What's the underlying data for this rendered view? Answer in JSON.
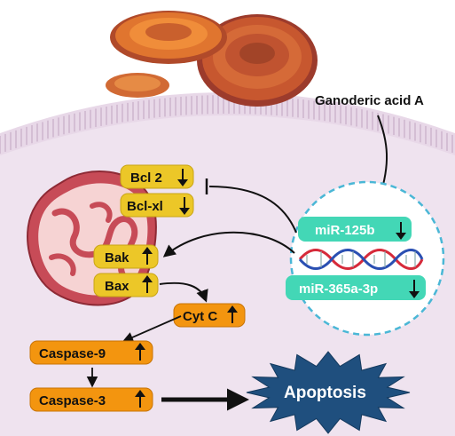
{
  "trigger": {
    "label": "Ganoderic acid A"
  },
  "mirnas": [
    {
      "label": "miR-125b",
      "arrow": "down"
    },
    {
      "label": "miR-365a-3p",
      "arrow": "down"
    }
  ],
  "mitochondria_proteins": {
    "inhibited": [
      {
        "label": "Bcl 2",
        "arrow": "down"
      },
      {
        "label": "Bcl-xl",
        "arrow": "down"
      }
    ],
    "activated": [
      {
        "label": "Bak",
        "arrow": "up"
      },
      {
        "label": "Bax",
        "arrow": "up"
      }
    ]
  },
  "cascade": [
    {
      "label": "Cyt C",
      "arrow": "up"
    },
    {
      "label": "Caspase-9",
      "arrow": "up"
    },
    {
      "label": "Caspase-3",
      "arrow": "up"
    }
  ],
  "outcome": {
    "label": "Apoptosis"
  },
  "colors": {
    "cytoplasm": "#efe3ef",
    "membrane": "#d7c3d7",
    "yellow_box": "#ecc728",
    "orange_box": "#f3950f",
    "teal_box": "#43d7b6",
    "mito_outer": "#c74b57",
    "mito_inner": "#f6d3d3",
    "burst": "#1f4f7e",
    "dna_red": "#d62a3a",
    "dna_blue": "#2a4fb2"
  }
}
